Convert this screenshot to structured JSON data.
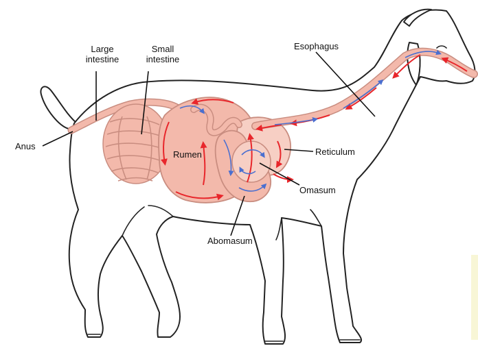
{
  "labels": {
    "large_intestine": "Large\nintestine",
    "small_intestine": "Small\nintestine",
    "esophagus": "Esophagus",
    "anus": "Anus",
    "rumen": "Rumen",
    "reticulum": "Reticulum",
    "omasum": "Omasum",
    "abomasum": "Abomasum"
  },
  "colors": {
    "outline": "#222222",
    "organ_fill": "#f3b9ab",
    "organ_fill_light": "#f7cfc4",
    "organ_stroke": "#c98d80",
    "flow_red": "#e8262b",
    "flow_blue": "#4a6fd0",
    "accent_box": "#f8f6d6"
  }
}
